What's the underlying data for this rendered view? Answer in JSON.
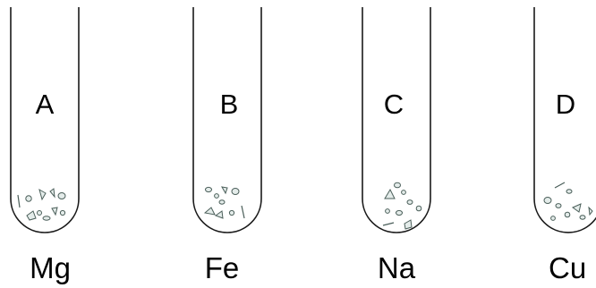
{
  "tubes": [
    {
      "letter": "A",
      "metal": "Mg"
    },
    {
      "letter": "B",
      "metal": "Fe"
    },
    {
      "letter": "C",
      "metal": "Na"
    },
    {
      "letter": "D",
      "metal": "Cu"
    }
  ]
}
